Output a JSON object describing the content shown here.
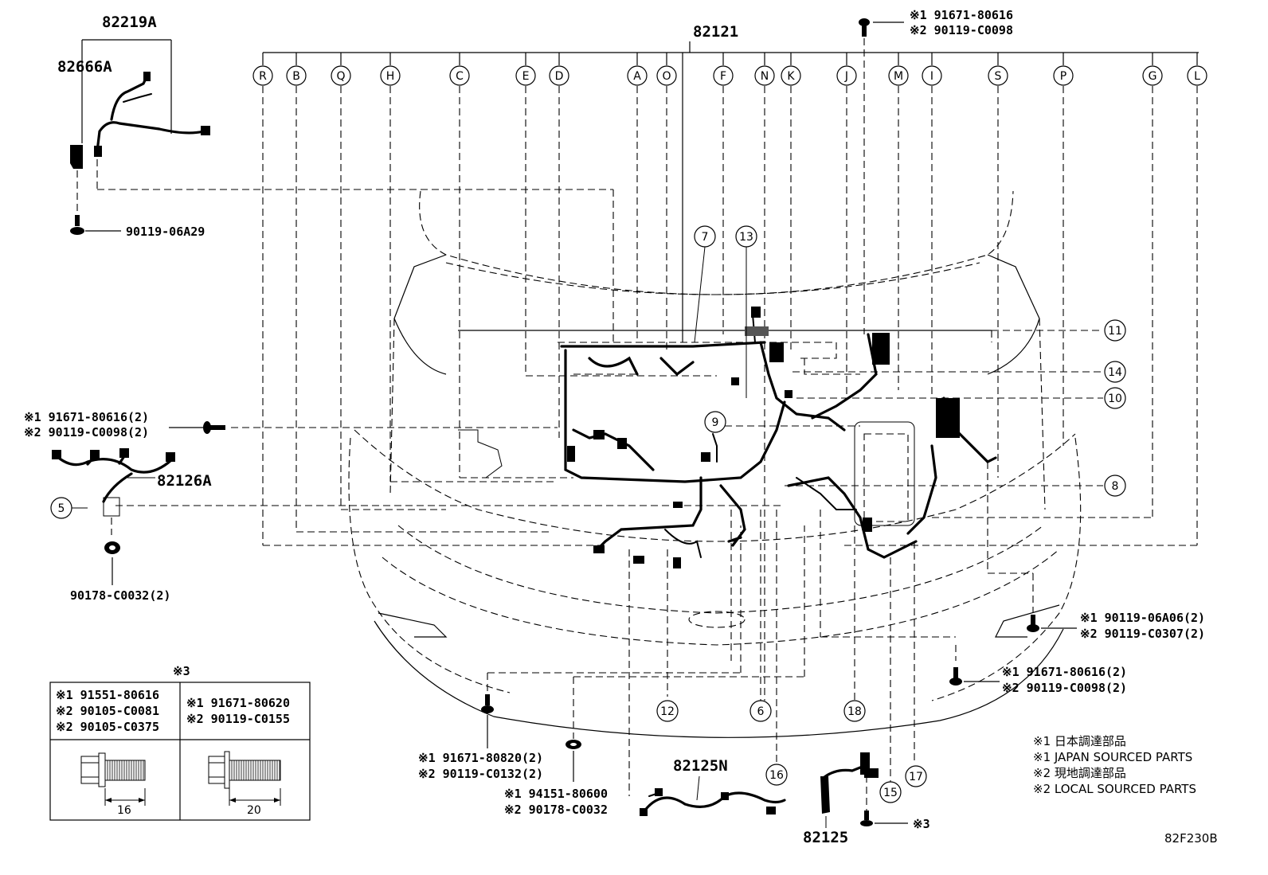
{
  "main_harness": "82121",
  "letter_callouts": [
    "R",
    "B",
    "Q",
    "H",
    "C",
    "E",
    "D",
    "A",
    "O",
    "F",
    "N",
    "K",
    "J",
    "M",
    "I",
    "S",
    "P",
    "G",
    "L"
  ],
  "number_callouts": {
    "c7": "7",
    "c13": "13",
    "c9": "9",
    "c11": "11",
    "c14": "14",
    "c10": "10",
    "c8": "8",
    "c5": "5",
    "c12": "12",
    "c6": "6",
    "c18": "18",
    "c16": "16",
    "c15": "15",
    "c17": "17"
  },
  "parts": {
    "p82219A": "82219A",
    "p82666A": "82666A",
    "p90119_06A29": "90119-06A29",
    "p82126A": "82126A",
    "p90178_C0032_2": "90178-C0032(2)",
    "p82125N": "82125N",
    "p82125": "82125",
    "ref3": "※3"
  },
  "bolt_notes": {
    "top_right": [
      "※1 91671-80616",
      "※2 90119-C0098"
    ],
    "left_mid": [
      "※1 91671-80616(2)",
      "※2 90119-C0098(2)"
    ],
    "right_a": [
      "※1 90119-06A06(2)",
      "※2 90119-C0307(2)"
    ],
    "right_b": [
      "※1 91671-80616(2)",
      "※2 90119-C0098(2)"
    ],
    "bottom_a": [
      "※1 91671-80820(2)",
      "※2 90119-C0132(2)"
    ],
    "bottom_b": [
      "※1 94151-80600",
      "※2 90178-C0032"
    ]
  },
  "table": {
    "title": "※3",
    "col1": [
      "※1 91551-80616",
      "※2 90105-C0081",
      "※2 90105-C0375"
    ],
    "col2": [
      "※1 91671-80620",
      "※2 90119-C0155"
    ],
    "dim1": "16",
    "dim2": "20"
  },
  "legend": [
    "※1 日本調達部品",
    "※1 JAPAN SOURCED PARTS",
    "※2 現地調達部品",
    "※2 LOCAL SOURCED PARTS"
  ],
  "figure_code": "82F230B"
}
